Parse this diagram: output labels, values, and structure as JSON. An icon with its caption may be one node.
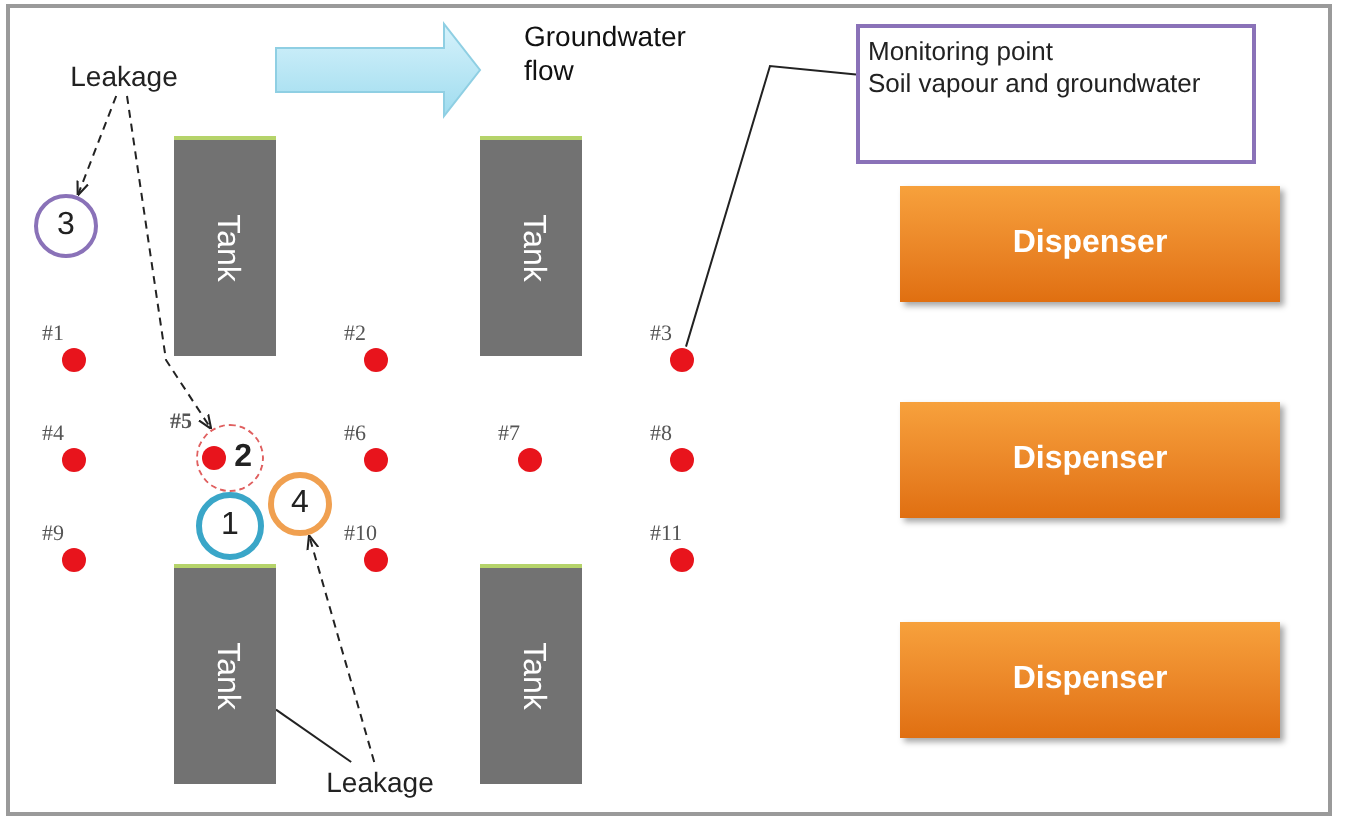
{
  "diagram": {
    "nodes": [
      {
        "text": [
          "Leakage"
        ]
      },
      {
        "text": [
          "3"
        ]
      },
      {
        "text": [
          "2"
        ]
      },
      {
        "text": [
          "1"
        ]
      },
      {
        "text": [
          "4"
        ]
      },
      {
        "text": [
          "Leakage"
        ]
      },
      {
        "text": [
          "Monitoring point",
          "Soil vapour and groundwater"
        ]
      },
      {
        "text": [
          "Dispenser"
        ]
      },
      {
        "text": [
          "Dispenser"
        ]
      },
      {
        "text": [
          "Dispenser"
        ]
      },
      {
        "text": [
          "Tank"
        ]
      },
      {
        "text": [
          "Tank"
        ]
      },
      {
        "text": [
          "Tank"
        ]
      },
      {
        "text": [
          "Tank"
        ]
      },
      {
        "text": [],
        "shape": "circle",
        "beside": [
          "#1"
        ]
      },
      {
        "text": [],
        "shape": "circle",
        "beside": [
          "#2"
        ]
      },
      {
        "text": [],
        "shape": "circle",
        "beside": [
          "#3"
        ]
      },
      {
        "text": [],
        "shape": "circle",
        "beside": [
          "#4"
        ]
      },
      {
        "text": [],
        "shape": "circle",
        "beside": [
          "#5"
        ],
        "in": 2
      },
      {
        "text": [],
        "shape": "circle",
        "beside": [
          "#6"
        ]
      },
      {
        "text": [],
        "shape": "circle",
        "beside": [
          "#7"
        ]
      },
      {
        "text": [],
        "shape": "circle",
        "beside": [
          "#8"
        ]
      },
      {
        "text": [],
        "shape": "circle",
        "beside": [
          "#9"
        ]
      },
      {
        "text": [],
        "shape": "circle",
        "beside": [
          "#10"
        ]
      },
      {
        "text": [],
        "shape": "circle",
        "beside": [
          "#11"
        ]
      }
    ],
    "edges": [
      {
        "from": 0,
        "to": 1,
        "arrow": "to",
        "style": "dashed"
      },
      {
        "from": 0,
        "to": 2,
        "arrow": "to",
        "style": "dashed"
      },
      {
        "from": 5,
        "to": 4,
        "arrow": "to",
        "style": "dashed"
      },
      {
        "from": 5,
        "to": 12,
        "arrow": "none"
      },
      {
        "from": 6,
        "to": 16,
        "arrow": "none"
      }
    ],
    "labels": [
      "Groundwater flow"
    ]
  }
}
